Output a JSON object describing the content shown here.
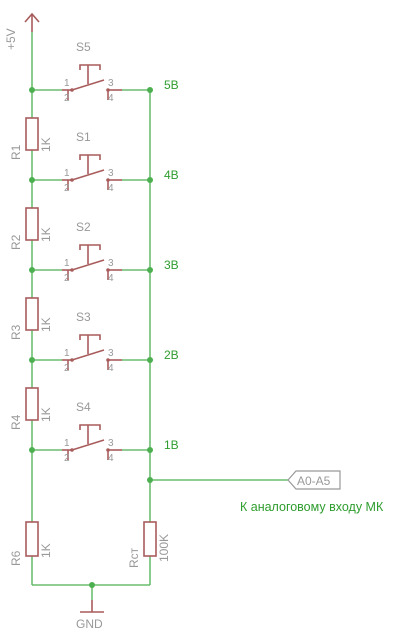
{
  "power": {
    "top_label": "+5V",
    "bottom_label": "GND"
  },
  "switches": [
    {
      "name": "S5",
      "pins": [
        "1",
        "2",
        "3",
        "4"
      ],
      "net": "5B"
    },
    {
      "name": "S1",
      "pins": [
        "1",
        "2",
        "3",
        "4"
      ],
      "net": "4B"
    },
    {
      "name": "S2",
      "pins": [
        "1",
        "2",
        "3",
        "4"
      ],
      "net": "3B"
    },
    {
      "name": "S3",
      "pins": [
        "1",
        "2",
        "3",
        "4"
      ],
      "net": "2B"
    },
    {
      "name": "S4",
      "pins": [
        "1",
        "2",
        "3",
        "4"
      ],
      "net": "1B"
    }
  ],
  "resistors": [
    {
      "name": "R1",
      "value": "1K"
    },
    {
      "name": "R2",
      "value": "1K"
    },
    {
      "name": "R3",
      "value": "1K"
    },
    {
      "name": "R4",
      "value": "1K"
    },
    {
      "name": "R6",
      "value": "1K"
    },
    {
      "name": "Rст",
      "value": "100K"
    }
  ],
  "port": {
    "label": "A0-A5",
    "note": "К аналоговому входу МК"
  },
  "colors": {
    "wire": "#4caf50",
    "part": "#a85c5c",
    "label": "#999999",
    "net": "#2e9d2e"
  }
}
